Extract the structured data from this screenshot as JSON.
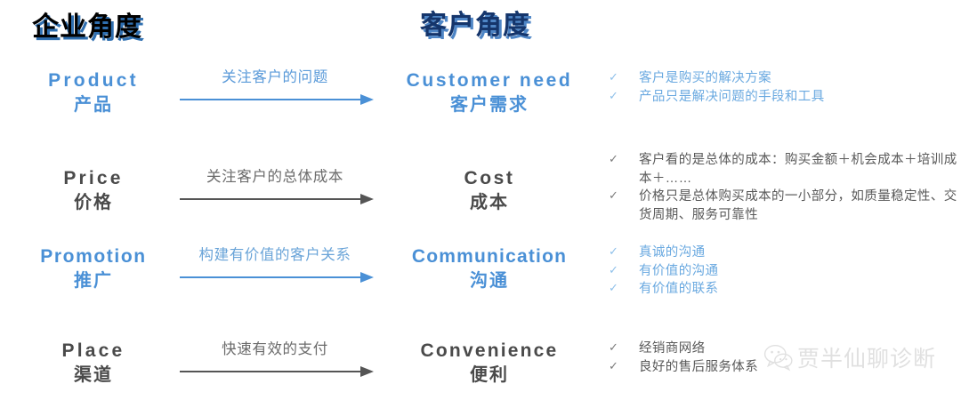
{
  "headings": {
    "left": "企业角度",
    "right": "客户角度"
  },
  "colors": {
    "blue": "#4a90d6",
    "light_blue": "#6aa9e0",
    "gray": "#595959",
    "navy": "#15356b",
    "black": "#000000"
  },
  "rows": [
    {
      "theme": "blue",
      "left_en": "Product",
      "left_cn": "产品",
      "arrow_caption": "关注客户的问题",
      "right_en": "Customer need",
      "right_cn": "客户需求",
      "bullets": [
        "客户是购买的解决方案",
        "产品只是解决问题的手段和工具"
      ]
    },
    {
      "theme": "gray",
      "left_en": "Price",
      "left_cn": "价格",
      "arrow_caption": "关注客户的总体成本",
      "right_en": "Cost",
      "right_cn": "成本",
      "bullets": [
        "客户看的是总体的成本：购买金额＋机会成本＋培训成本＋……",
        "价格只是总体购买成本的一小部分，如质量稳定性、交货周期、服务可靠性"
      ]
    },
    {
      "theme": "blue2",
      "left_en": "Promotion",
      "left_cn": "推广",
      "arrow_caption": "构建有价值的客户关系",
      "right_en": "Communication",
      "right_cn": "沟通",
      "bullets": [
        "真诚的沟通",
        "有价值的沟通",
        "有价值的联系"
      ]
    },
    {
      "theme": "gray",
      "left_en": "Place",
      "left_cn": "渠道",
      "arrow_caption": "快速有效的支付",
      "right_en": "Convenience",
      "right_cn": "便利",
      "bullets": [
        "经销商网络",
        "良好的售后服务体系"
      ]
    }
  ],
  "bullet_marker": "✓",
  "watermark": {
    "text": "贾半仙聊诊断",
    "icon": "wechat-icon"
  }
}
